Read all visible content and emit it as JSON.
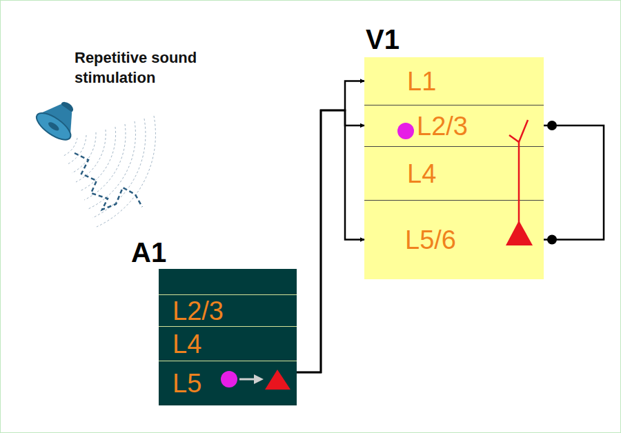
{
  "diagram": {
    "nodes": [
      {
        "text": [
          "V1"
        ]
      },
      {
        "text": [
          "L1"
        ],
        "in": 0
      },
      {
        "text": [
          "L2/3"
        ],
        "in": 0
      },
      {
        "text": [
          "L4"
        ],
        "in": 0
      },
      {
        "text": [
          "L5/6"
        ],
        "in": 0
      },
      {
        "text": [
          "A1"
        ]
      },
      {
        "text": [
          "L2/3"
        ],
        "in": 5
      },
      {
        "text": [
          "L4"
        ],
        "in": 5
      },
      {
        "text": [
          "L5"
        ],
        "in": 5
      }
    ],
    "edges": [
      {
        "from": 8,
        "to": 1,
        "arrow": "to"
      },
      {
        "from": 8,
        "to": 2,
        "arrow": "to"
      },
      {
        "from": 8,
        "to": 4,
        "arrow": "to"
      },
      {
        "from": 2,
        "to": 4,
        "arrow": "none"
      }
    ],
    "labels": [
      "Repetitive sound stimulation"
    ]
  }
}
